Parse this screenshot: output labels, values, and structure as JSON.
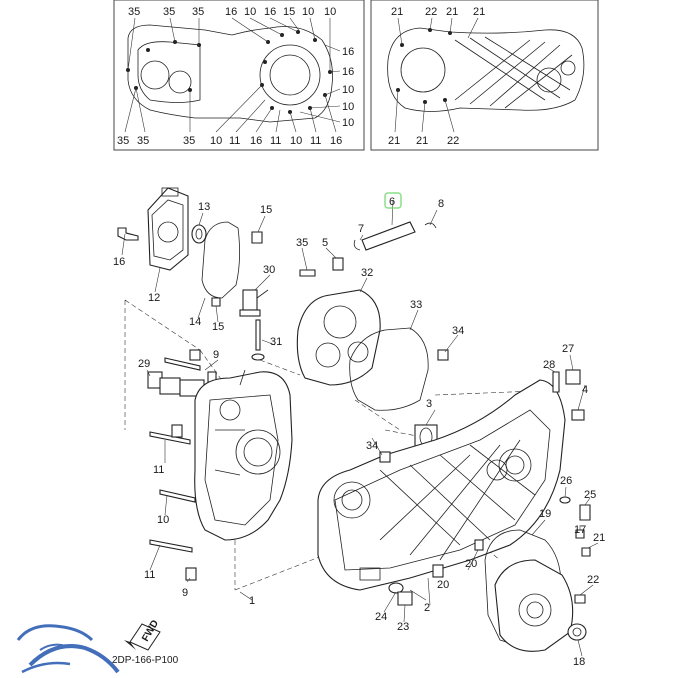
{
  "panel_left": {
    "top_labels": [
      "35",
      "35",
      "35",
      "16",
      "10",
      "16",
      "15",
      "10",
      "10"
    ],
    "right_labels": [
      "16",
      "16",
      "10",
      "10",
      "10"
    ],
    "bottom_labels": [
      "35",
      "35",
      "35",
      "10",
      "11",
      "16",
      "11",
      "10",
      "11",
      "16"
    ]
  },
  "panel_right": {
    "top_labels": [
      "21",
      "22",
      "21",
      "21"
    ],
    "bottom_labels": [
      "21",
      "21",
      "22"
    ]
  },
  "callouts": {
    "c1": "1",
    "c2": "2",
    "c3": "3",
    "c4": "4",
    "c5": "5",
    "c6": "6",
    "c7": "7",
    "c8": "8",
    "c9a": "9",
    "c9b": "9",
    "c10": "10",
    "c11a": "11",
    "c11b": "11",
    "c12": "12",
    "c13": "13",
    "c14": "14",
    "c15a": "15",
    "c15b": "15",
    "c16": "16",
    "c17": "17",
    "c18": "18",
    "c19": "19",
    "c20a": "20",
    "c20b": "20",
    "c21": "21",
    "c22": "22",
    "c23": "23",
    "c24": "24",
    "c25": "25",
    "c26": "26",
    "c27": "27",
    "c28": "28",
    "c29": "29",
    "c30": "30",
    "c31": "31",
    "c32": "32",
    "c33": "33",
    "c34a": "34",
    "c34b": "34",
    "c35": "35"
  },
  "fwd_label": "FWD",
  "diagram_code": "2DP-166-P100",
  "colors": {
    "highlight": "#6fd66a",
    "logo": "#2f5fb3",
    "ink": "#222222"
  }
}
